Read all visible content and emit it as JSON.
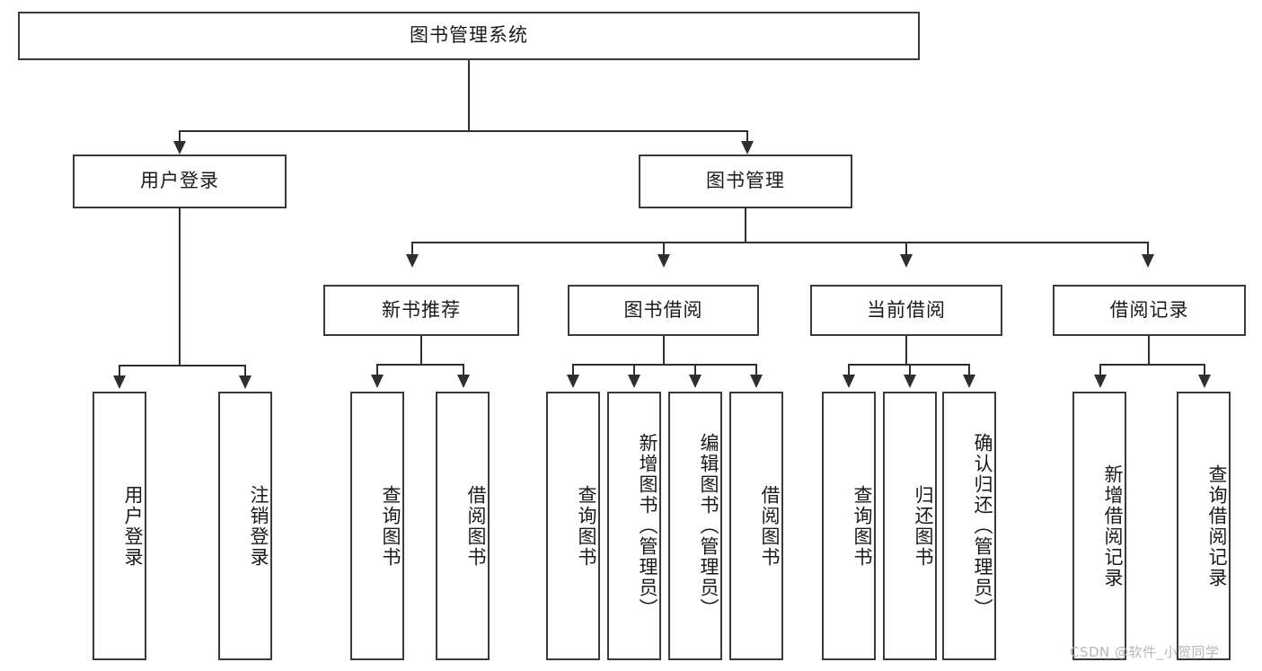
{
  "diagram": {
    "title": "图书管理系统",
    "type": "功能结构图",
    "root": {
      "label": "图书管理系统",
      "orientation": "horizontal"
    },
    "level2": [
      {
        "label": "用户登录",
        "orientation": "horizontal"
      },
      {
        "label": "图书管理",
        "orientation": "horizontal"
      }
    ],
    "level3": [
      {
        "label": "新书推荐",
        "orientation": "horizontal"
      },
      {
        "label": "图书借阅",
        "orientation": "horizontal"
      },
      {
        "label": "当前借阅",
        "orientation": "horizontal"
      },
      {
        "label": "借阅记录",
        "orientation": "horizontal"
      }
    ],
    "leaves": {
      "user_login": [
        {
          "label": "用户登录"
        },
        {
          "label": "注销登录"
        }
      ],
      "new_book_recommend": [
        {
          "label": "查询图书"
        },
        {
          "label": "借阅图书"
        }
      ],
      "book_borrow": [
        {
          "label": "查询图书"
        },
        {
          "label": "新增图书（管理员）"
        },
        {
          "label": "编辑图书（管理员）"
        },
        {
          "label": "借阅图书"
        }
      ],
      "current_borrow": [
        {
          "label": "查询图书"
        },
        {
          "label": "归还图书"
        },
        {
          "label": "确认归还（管理员）"
        }
      ],
      "borrow_record": [
        {
          "label": "新增借阅记录"
        },
        {
          "label": "查询借阅记录"
        }
      ]
    }
  },
  "watermark": {
    "text": "CSDN @软件_小贺同学"
  },
  "colors": {
    "box_border": "#3a3a3a",
    "line": "#2f2f2f",
    "text": "#1a1a1a",
    "background": "#ffffff",
    "watermark": "#b8b8b8"
  }
}
